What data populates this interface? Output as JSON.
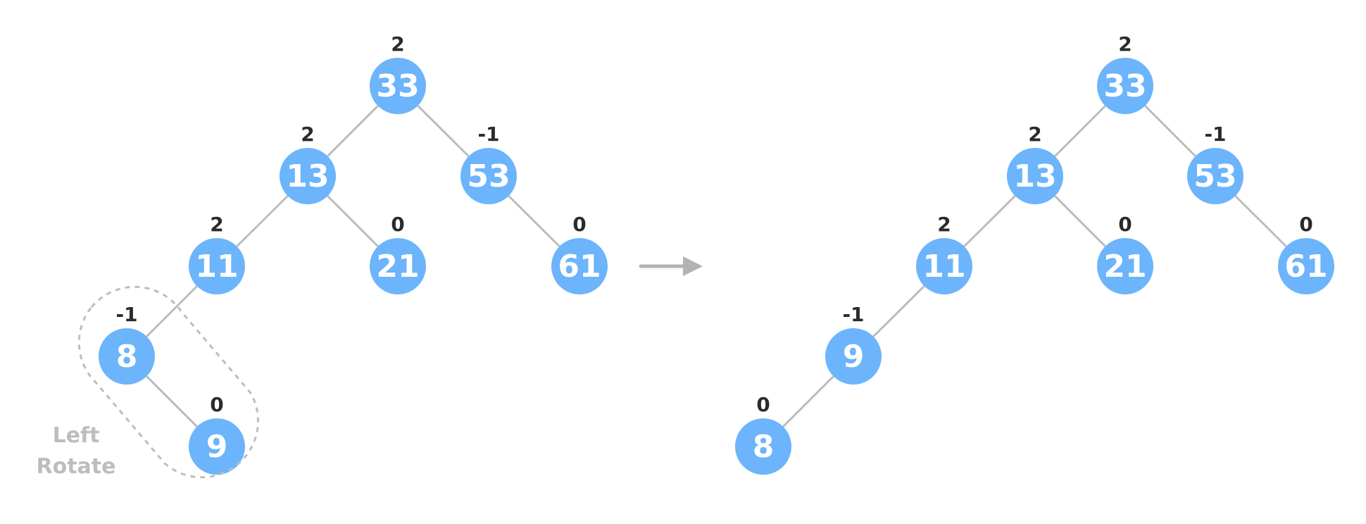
{
  "colors": {
    "node_fill": "#6cb4fb",
    "node_text": "#ffffff",
    "edge": "#bcbcbc",
    "balance_text": "#2b2b2b",
    "arrow": "#b3b3b3",
    "highlight_outline": "#bdbdbd",
    "caption": "#bdbdbd"
  },
  "operation": {
    "caption_line1": "Left",
    "caption_line2": "Rotate",
    "arrow_icon": "right-arrow-icon"
  },
  "before_tree": {
    "nodes": [
      {
        "value": "33",
        "balance": "2"
      },
      {
        "value": "13",
        "balance": "2"
      },
      {
        "value": "53",
        "balance": "-1"
      },
      {
        "value": "11",
        "balance": "2"
      },
      {
        "value": "21",
        "balance": "0"
      },
      {
        "value": "61",
        "balance": "0"
      },
      {
        "value": "8",
        "balance": "-1"
      },
      {
        "value": "9",
        "balance": "0"
      }
    ],
    "edges": [
      [
        "33",
        "13"
      ],
      [
        "33",
        "53"
      ],
      [
        "13",
        "11"
      ],
      [
        "13",
        "21"
      ],
      [
        "53",
        "61"
      ],
      [
        "11",
        "8"
      ],
      [
        "8",
        "9"
      ]
    ]
  },
  "after_tree": {
    "nodes": [
      {
        "value": "33",
        "balance": "2"
      },
      {
        "value": "13",
        "balance": "2"
      },
      {
        "value": "53",
        "balance": "-1"
      },
      {
        "value": "11",
        "balance": "2"
      },
      {
        "value": "21",
        "balance": "0"
      },
      {
        "value": "61",
        "balance": "0"
      },
      {
        "value": "9",
        "balance": "-1"
      },
      {
        "value": "8",
        "balance": "0"
      }
    ],
    "edges": [
      [
        "33",
        "13"
      ],
      [
        "33",
        "53"
      ],
      [
        "13",
        "11"
      ],
      [
        "13",
        "21"
      ],
      [
        "53",
        "61"
      ],
      [
        "11",
        "9"
      ],
      [
        "9",
        "8"
      ]
    ]
  }
}
